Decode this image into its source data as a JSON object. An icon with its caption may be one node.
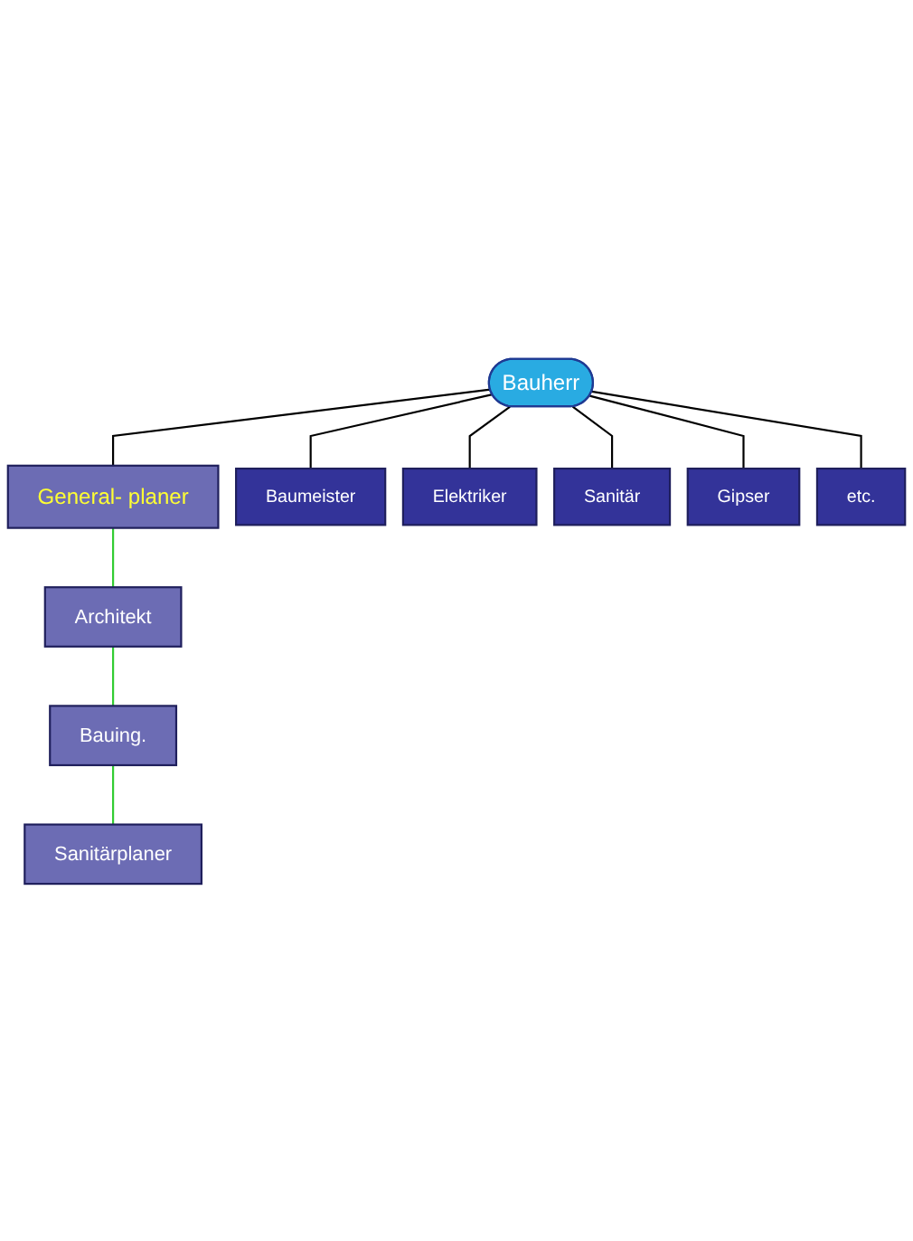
{
  "diagram": {
    "nodes": [
      {
        "text": [
          "Bauherr"
        ]
      },
      {
        "text": [
          "General- planer"
        ]
      },
      {
        "text": [
          "Architekt"
        ]
      },
      {
        "text": [
          "Bauing."
        ]
      },
      {
        "text": [
          "Sanitärplaner"
        ]
      },
      {
        "text": [
          "Baumeister"
        ]
      },
      {
        "text": [
          "Elektriker"
        ]
      },
      {
        "text": [
          "Sanitär"
        ]
      },
      {
        "text": [
          "Gipser"
        ]
      },
      {
        "text": [
          "etc."
        ]
      }
    ],
    "edges": [
      {
        "from": 0,
        "to": 1,
        "arrow": "none"
      },
      {
        "from": 1,
        "to": 2,
        "arrow": "none",
        "color": "#33cc33"
      },
      {
        "from": 2,
        "to": 3,
        "arrow": "none",
        "color": "#33cc33"
      },
      {
        "from": 3,
        "to": 4,
        "arrow": "none",
        "color": "#33cc33"
      },
      {
        "from": 0,
        "to": 5,
        "arrow": "none"
      },
      {
        "from": 0,
        "to": 6,
        "arrow": "none"
      },
      {
        "from": 0,
        "to": 7,
        "arrow": "none"
      },
      {
        "from": 0,
        "to": 8,
        "arrow": "none"
      },
      {
        "from": 0,
        "to": 9,
        "arrow": "none"
      }
    ]
  }
}
